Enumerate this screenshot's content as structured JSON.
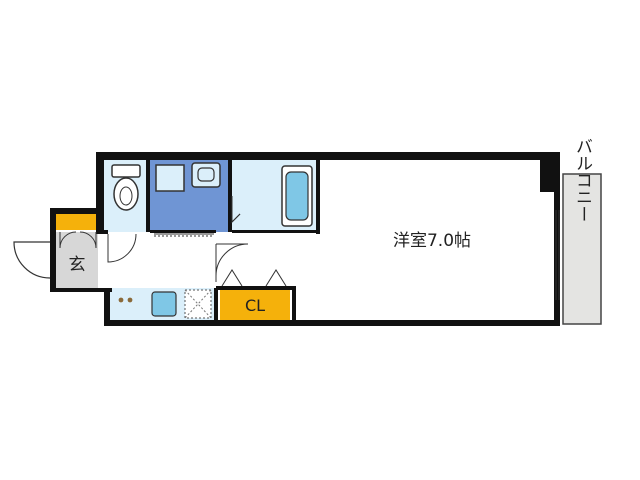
{
  "floorplan": {
    "room_label": "洋室7.0帖",
    "entrance_label": "玄",
    "closet_label": "CL",
    "balcony_label": "バルコニー"
  },
  "colors": {
    "wall": "#111111",
    "floor_light_blue": "#dbeffa",
    "floor_white": "#ffffff",
    "toilet_room": "#dbeffa",
    "washroom": "#6f95d4",
    "bath_room": "#dbeffa",
    "fixture_blue": "#7fc7e6",
    "entrance_floor": "#d7d7d7",
    "closet": "#f5b10b",
    "shoe_box": "#f5b10b",
    "balcony": "#e4e4e2"
  }
}
